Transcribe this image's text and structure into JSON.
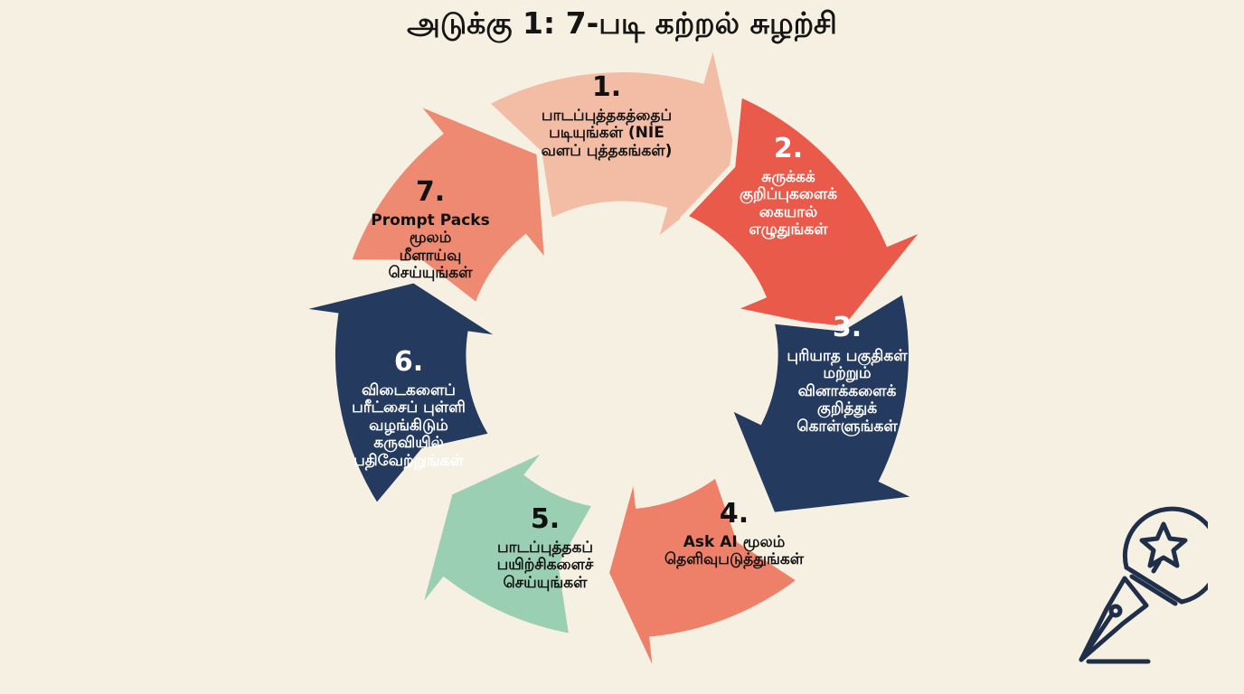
{
  "title": "அடுக்கு 1: 7-படி கற்றல் சுழற்சி",
  "colors": {
    "background": "#f6f0e2",
    "peach": "#f2bca5",
    "red": "#ea5a4a",
    "navy": "#243a5e",
    "coral": "#ee7f68",
    "mint": "#9bcfb4",
    "salmon": "#ee8a72",
    "ink": "#1f2f4a"
  },
  "steps": [
    {
      "number": "1.",
      "text": "பாடப்புத்தகத்தைப்\nபடியுங்கள் (NIE\nவளப் புத்தகங்கள்)"
    },
    {
      "number": "2.",
      "text": "சுருக்கக்\nகுறிப்புகளைக்\nகையால்\nஎழுதுங்கள்"
    },
    {
      "number": "3.",
      "text": "புரியாத பகுதிகள்\nமற்றும்\nவினாக்களைக்\nகுறித்துக்\nகொள்ளுங்கள்"
    },
    {
      "number": "4.",
      "text": "Ask AI மூலம்\nதெளிவுபடுத்துங்கள்"
    },
    {
      "number": "5.",
      "text": "பாடப்புத்தகப்\nபயிற்சிகளைச்\nசெய்யுங்கள்"
    },
    {
      "number": "6.",
      "text": "விடைகளைப்\nபரீட்சைப் புள்ளி\nவழங்கிடும்\nகருவியில்\nபதிவேற்றுங்கள்"
    },
    {
      "number": "7.",
      "text": "Prompt Packs\nமூலம்\nமீளாய்வு\nசெய்யுங்கள்"
    }
  ],
  "icon": "pen-lightbulb-star-icon"
}
